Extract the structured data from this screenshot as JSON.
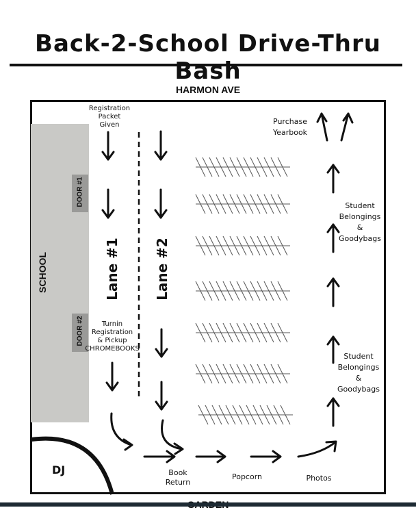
{
  "title": "Back-2-School Drive-Thru Bash",
  "streets": {
    "top": "HARMON AVE",
    "bottom": "GARDEN"
  },
  "school": {
    "label": "SCHOOL"
  },
  "doors": {
    "door1": "DOOR #1",
    "door2": "DOOR #2"
  },
  "lanes": {
    "lane1": "Lane #1",
    "lane2": "Lane #2"
  },
  "stations": {
    "registration_packet": [
      "Registration",
      "Packet",
      "Given"
    ],
    "turnin": [
      "Turnin",
      "Registration",
      "& Pickup",
      "CHROMEBOOKS"
    ],
    "purchase_yearbook": [
      "Purchase",
      "Yearbook"
    ],
    "student_belongings_1": [
      "Student",
      "Belongings",
      "&",
      "Goodybags"
    ],
    "student_belongings_2": [
      "Student",
      "Belongings",
      "&",
      "Goodybags"
    ],
    "book_return": [
      "Book",
      "Return"
    ],
    "popcorn": "Popcorn",
    "photos": "Photos",
    "dj": "DJ"
  }
}
